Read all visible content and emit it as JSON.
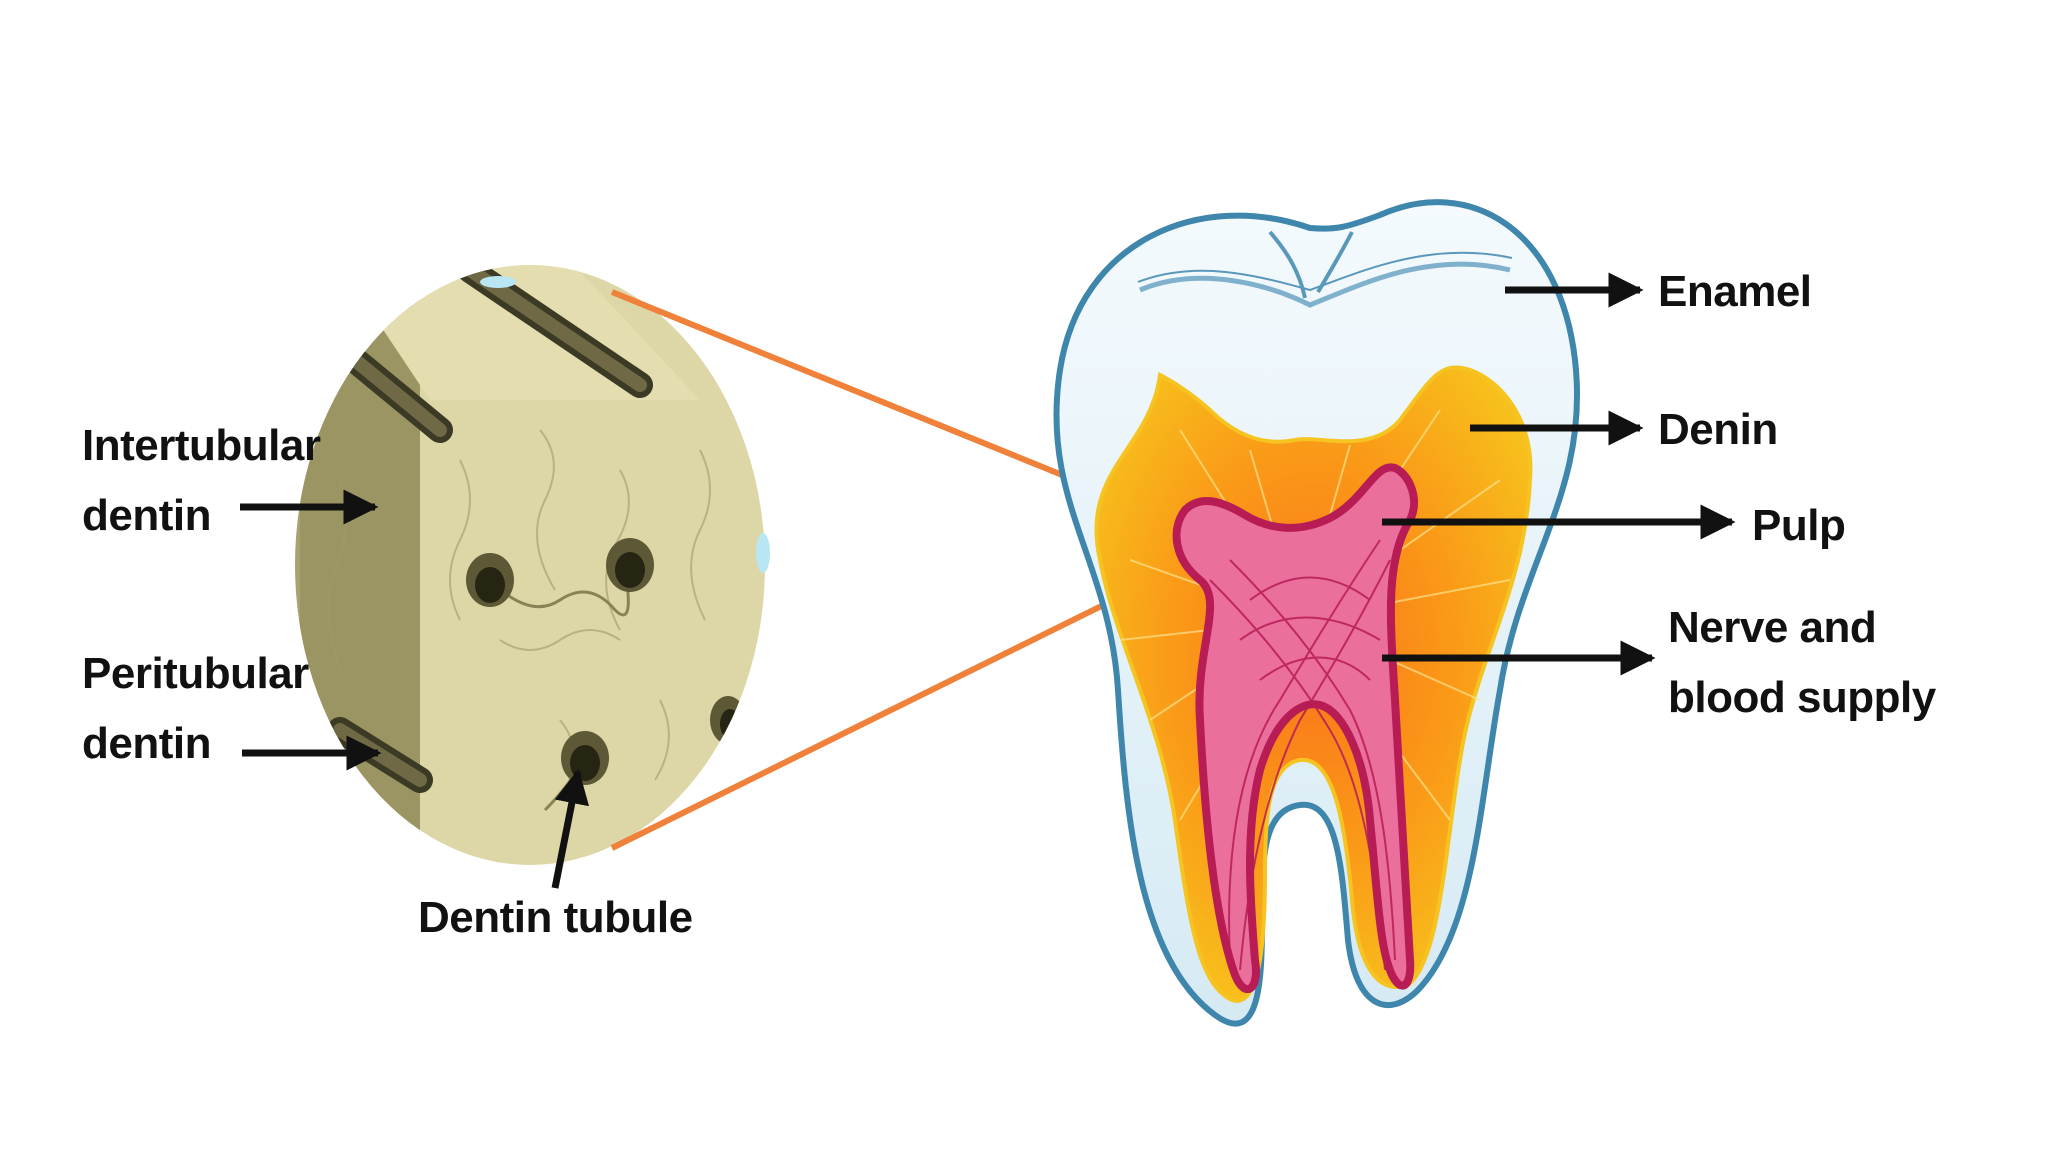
{
  "labels": {
    "intertubular_line1": "Intertubular",
    "intertubular_line2": "dentin",
    "peritubular_line1": "Peritubular",
    "peritubular_line2": "dentin",
    "dentin_tubule": "Dentin tubule",
    "enamel": "Enamel",
    "denin": "Denin",
    "pulp": "Pulp",
    "nerve_line1": "Nerve and",
    "nerve_line2": "blood supply"
  },
  "colors": {
    "enamel_fill": "#e4f1f8",
    "enamel_outline": "#3f86ac",
    "dentin_outer": "#f8b81a",
    "dentin_inner": "#f98a12",
    "pulp_fill": "#ea6f9d",
    "pulp_outline": "#b81c55",
    "zoom_lines": "#f0813a",
    "zoom_block": "#ddd6a6",
    "arrow": "#111111"
  }
}
